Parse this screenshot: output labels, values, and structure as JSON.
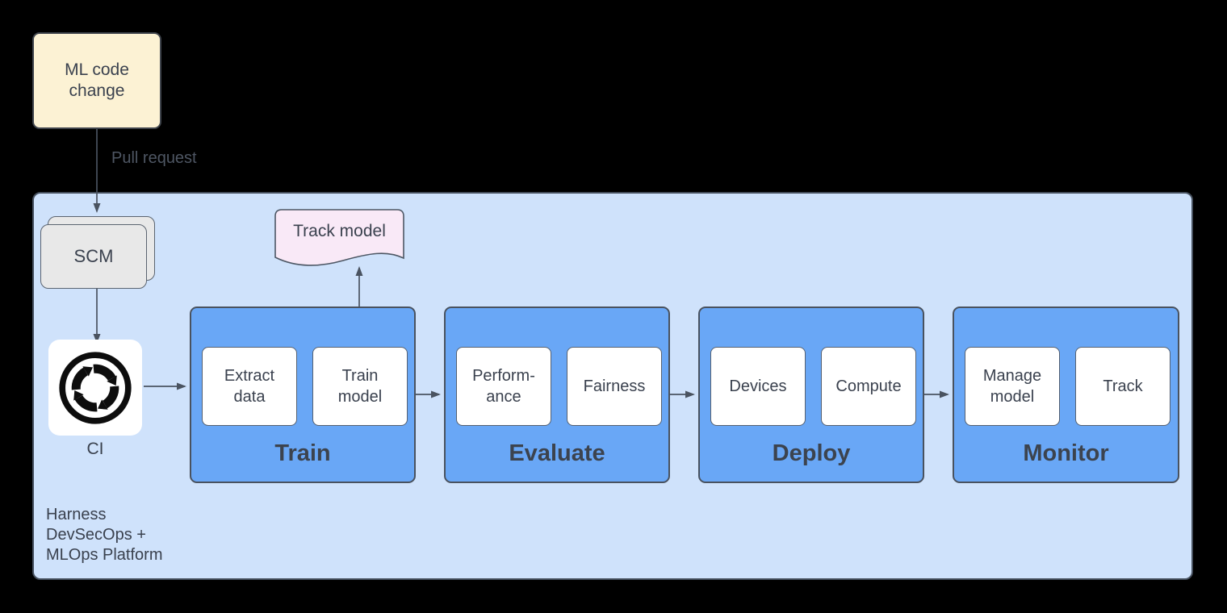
{
  "colors": {
    "canvas_bg": "#000000",
    "container_fill": "#cfe2fb",
    "container_border": "#46505e",
    "stage_fill": "#69a7f6",
    "stage_border": "#49525f",
    "item_fill": "#ffffff",
    "item_border": "#556070",
    "note_fill": "#fcf2d4",
    "note_border": "#3f444c",
    "scm_fill": "#e8e8e8",
    "scm_border": "#5b6470",
    "document_fill": "#f9e9f7",
    "document_border": "#4d5764",
    "icon_black": "#0d0d0d",
    "text_dark": "#3a414e",
    "text_muted": "#4e5663",
    "arrow": "#4a5360"
  },
  "diagram": {
    "ml_code_change_label": "ML code\nchange",
    "pull_request_label": "Pull request",
    "scm_label": "SCM",
    "ci_label": "CI",
    "ci_icon": "ci-cycle-arrows-icon",
    "track_model_label": "Track model",
    "platform_label": "Harness\nDevSecOps +\nMLOps Platform",
    "stages": [
      {
        "label": "Train",
        "items": [
          "Extract\ndata",
          "Train\nmodel"
        ]
      },
      {
        "label": "Evaluate",
        "items": [
          "Perform-\nance",
          "Fairness"
        ]
      },
      {
        "label": "Deploy",
        "items": [
          "Devices",
          "Compute"
        ]
      },
      {
        "label": "Monitor",
        "items": [
          "Manage\nmodel",
          "Track"
        ]
      }
    ]
  }
}
